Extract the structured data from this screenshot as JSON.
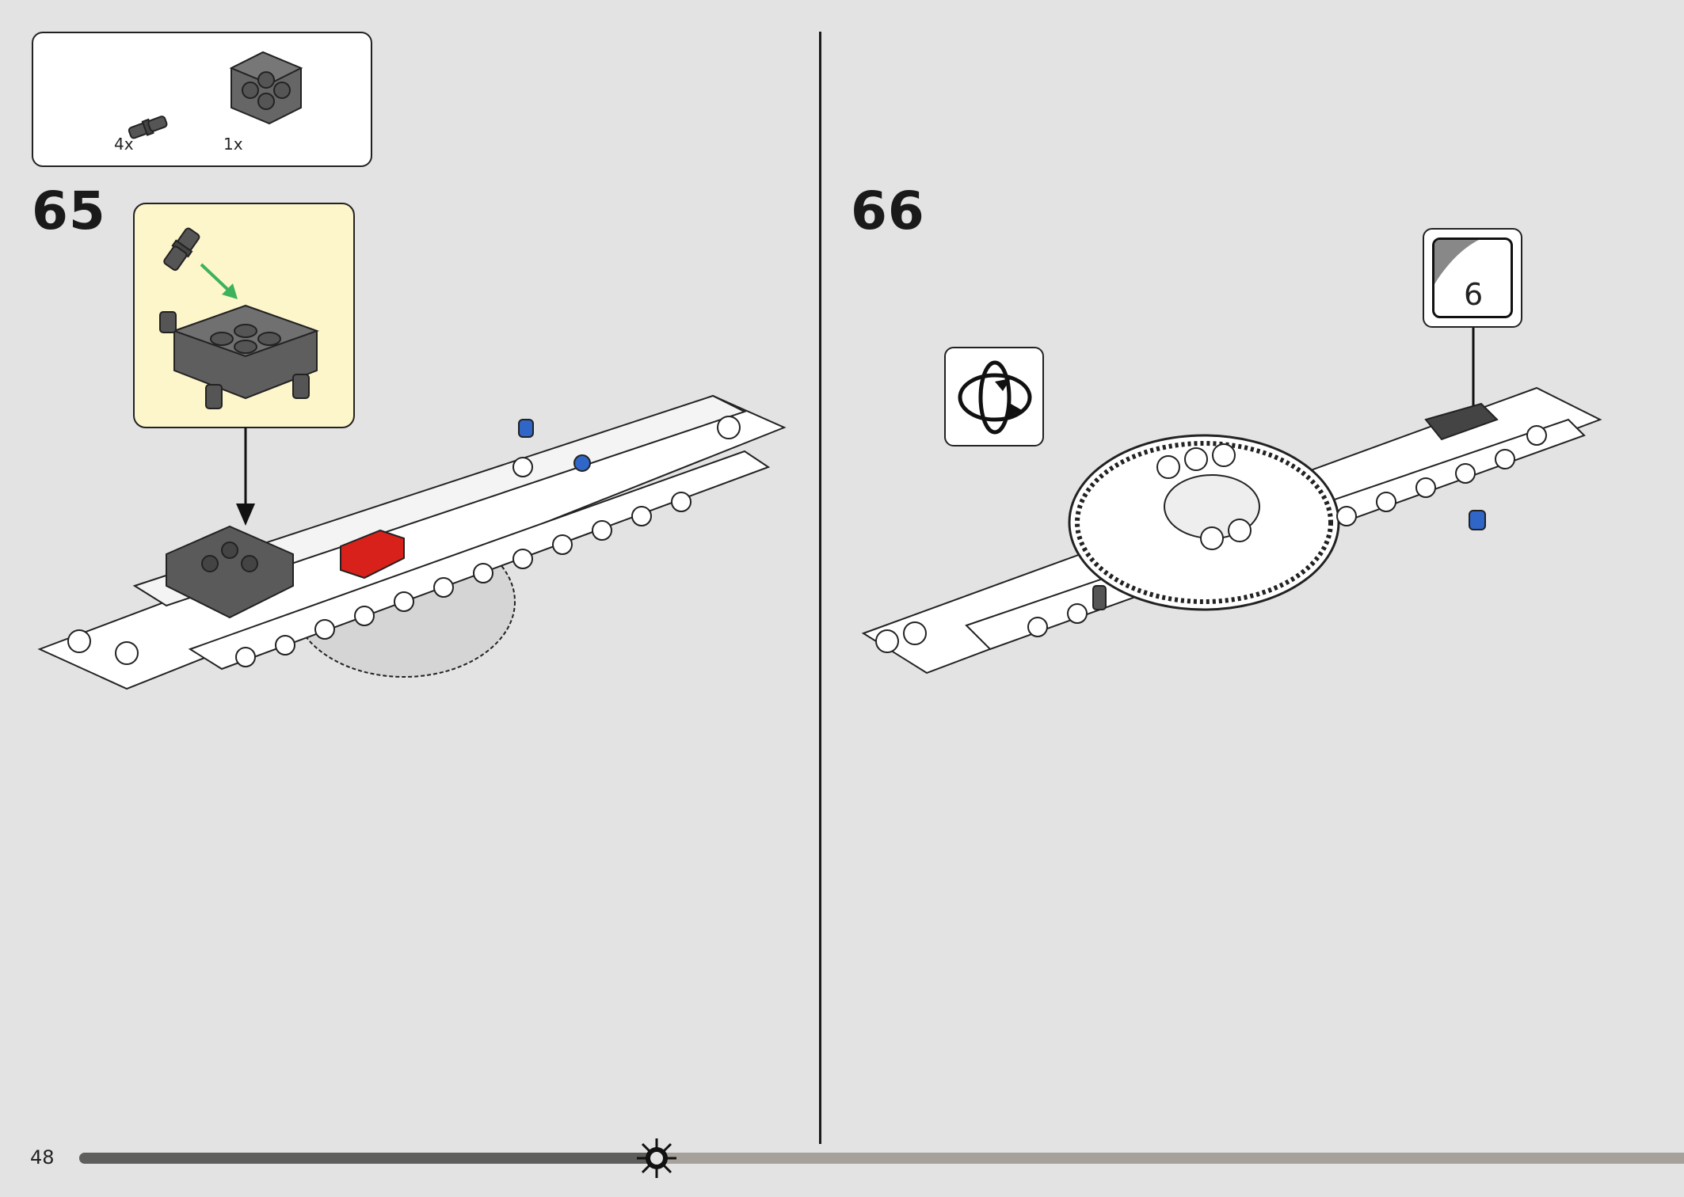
{
  "page": {
    "number": "48"
  },
  "parts_list": {
    "items": [
      {
        "name": "connector-peg",
        "count": "4x"
      },
      {
        "name": "dark-gray-plate-connector",
        "count": "1x"
      }
    ]
  },
  "steps": [
    {
      "number": "65"
    },
    {
      "number": "66"
    }
  ],
  "sticker": {
    "number": "6"
  },
  "progress": {
    "fraction": 0.36
  },
  "colors": {
    "background": "#e3e3e3",
    "callout_fill": "#fdf6cb",
    "part_dark_gray": "#5a5a5a",
    "part_white": "#ffffff",
    "part_red": "#d8211b",
    "part_blue": "#2f66c7",
    "arrow_green": "#3db25d"
  }
}
